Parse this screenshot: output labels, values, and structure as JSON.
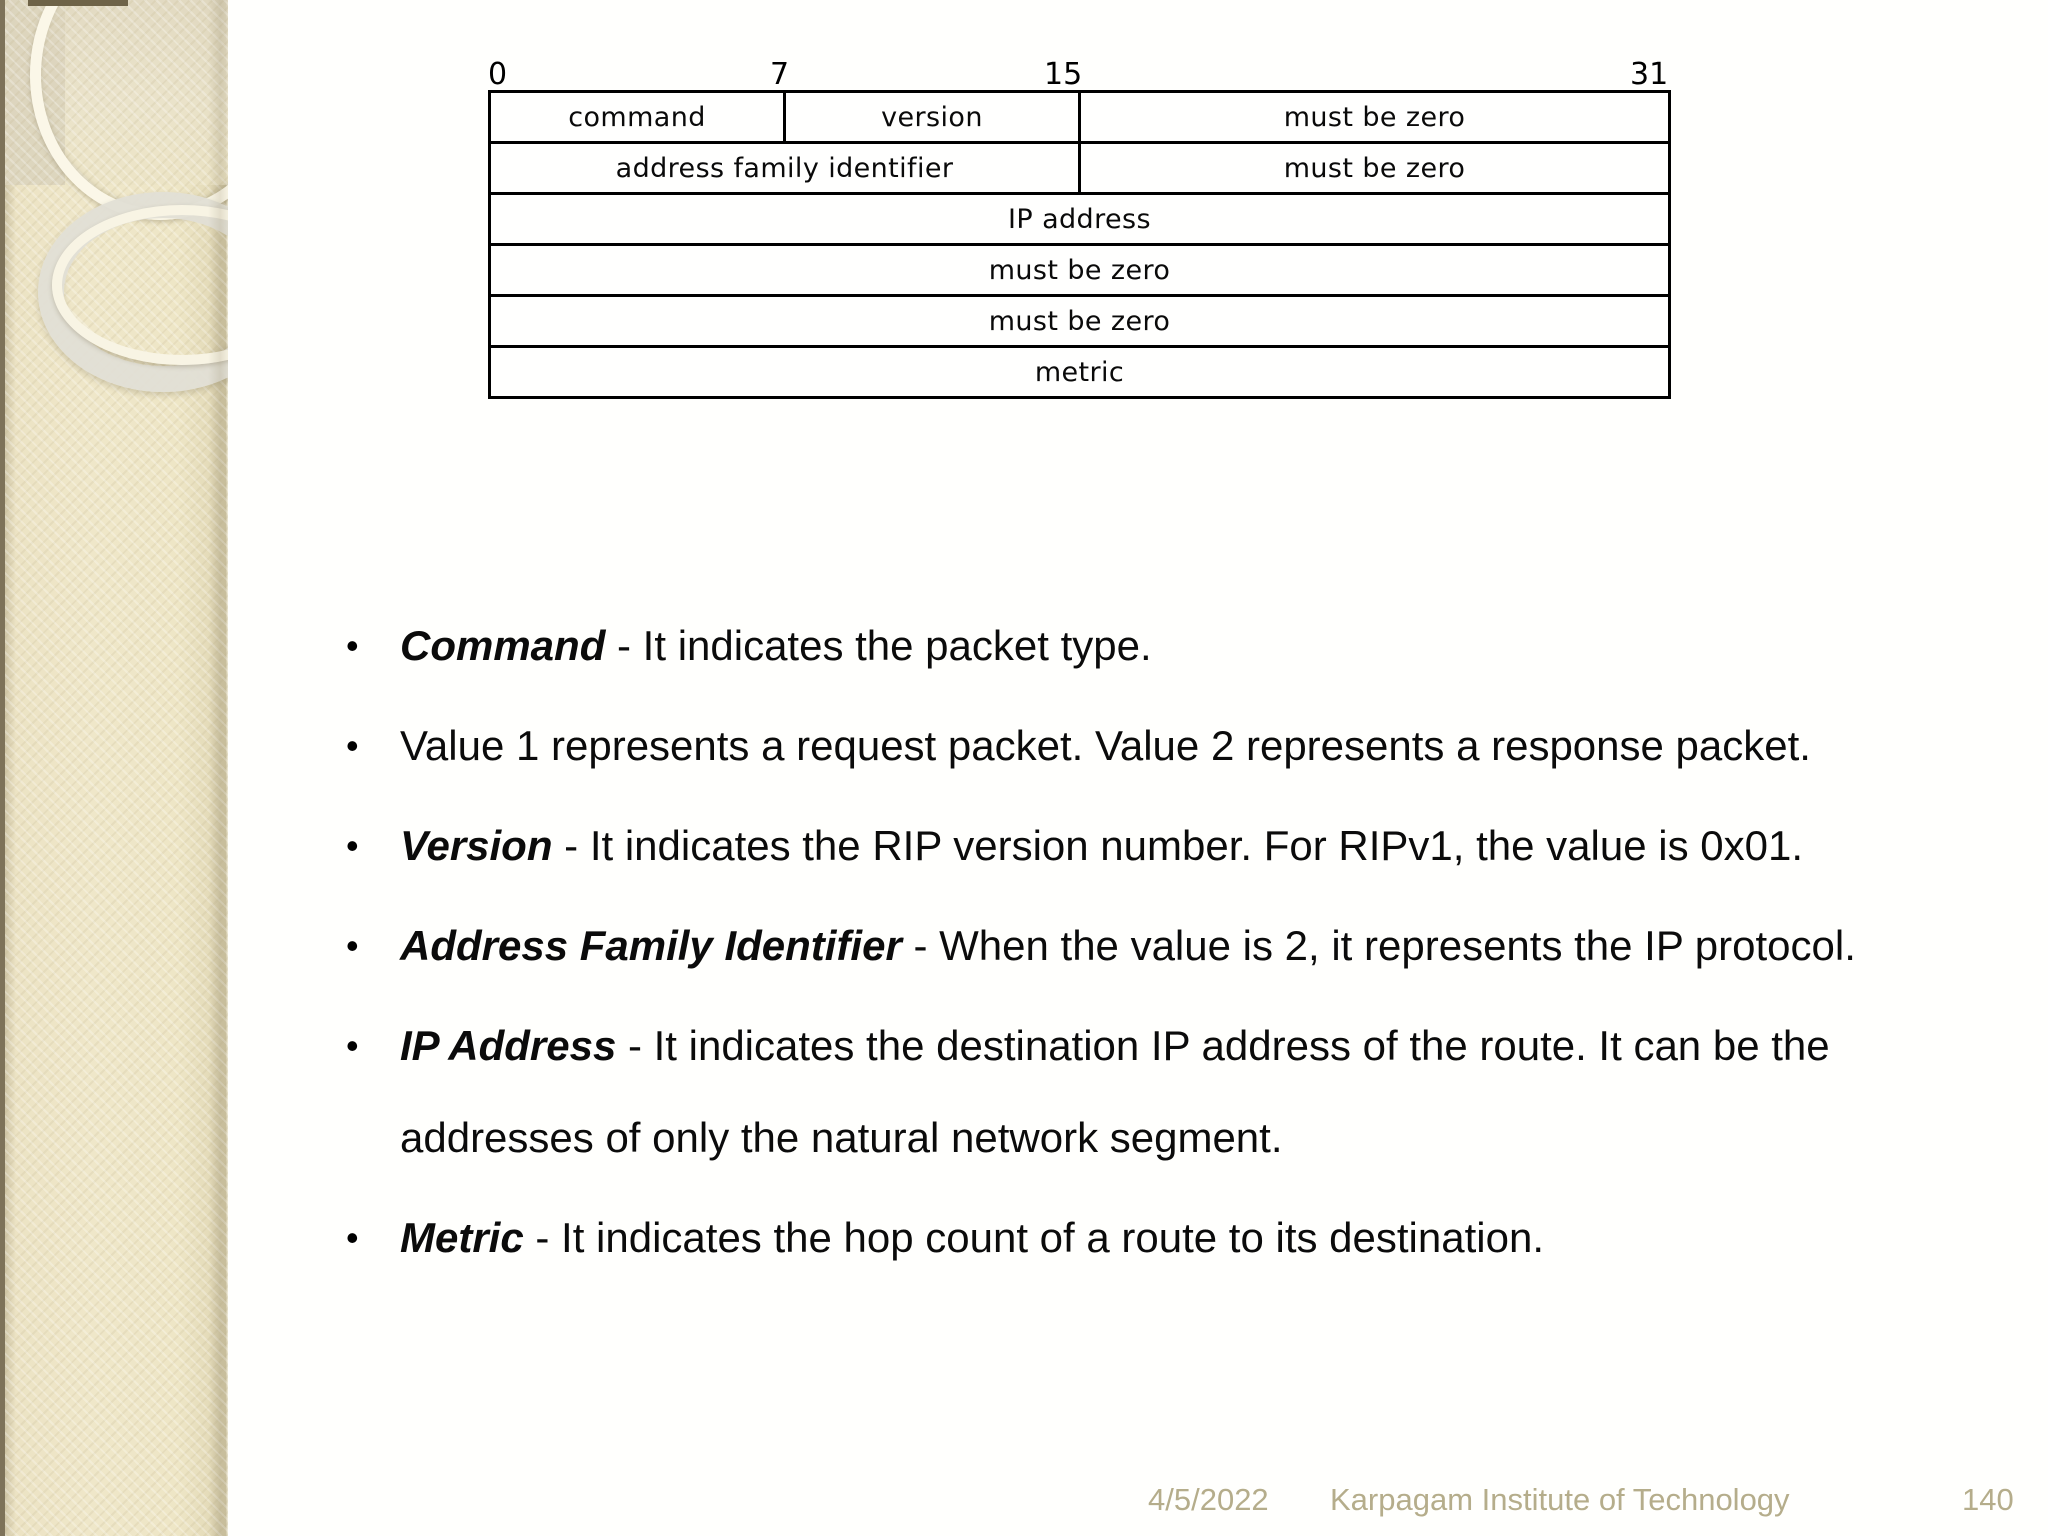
{
  "slide": {
    "page_number": "140",
    "background_color": "#ffffff"
  },
  "sidebar": {
    "style": "decorative-rings-beige",
    "accent_color": "#ece3c4",
    "ring_color": "#fbf7e8",
    "ring_grey_color": "#e2e0d6",
    "edge_color": "#7d7259"
  },
  "figure": {
    "name": "RIPv1 packet format",
    "bit_ruler": [
      "0",
      "7",
      "15",
      "31"
    ],
    "rows": [
      {
        "cells": [
          {
            "label": "command",
            "span": 1
          },
          {
            "label": "version",
            "span": 1
          },
          {
            "label": "must be zero",
            "span": 2
          }
        ]
      },
      {
        "cells": [
          {
            "label": "address family identifier",
            "span": 2
          },
          {
            "label": "must be zero",
            "span": 2
          }
        ]
      },
      {
        "cells": [
          {
            "label": "IP address",
            "span": 4
          }
        ]
      },
      {
        "cells": [
          {
            "label": "must be zero",
            "span": 4
          }
        ]
      },
      {
        "cells": [
          {
            "label": "must be zero",
            "span": 4
          }
        ]
      },
      {
        "cells": [
          {
            "label": "metric",
            "span": 4
          }
        ]
      }
    ]
  },
  "bullets": [
    {
      "marker": "•",
      "term": "Command",
      "rest": " - It indicates the packet type."
    },
    {
      "marker": "•",
      "term": "",
      "rest": "Value 1 represents a request packet. Value 2 represents a response packet."
    },
    {
      "marker": "•",
      "term": "Version",
      "rest": " - It indicates the RIP version number. For RIPv1, the value is 0x01."
    },
    {
      "marker": "•",
      "term": "Address Family Identifier",
      "rest": " - When the value is 2, it represents the IP protocol."
    },
    {
      "marker": "•",
      "term": "IP Address",
      "rest": " - It indicates the destination IP address of the route. It can be the addresses of only the natural network segment."
    },
    {
      "marker": "•",
      "term": "Metric",
      "rest": " - It indicates the hop count of a route to its destination."
    }
  ],
  "footer": {
    "date": "4/5/2022",
    "organization": "Karpagam Institute of Technology",
    "page": "140",
    "color": "#b5ad8b"
  }
}
